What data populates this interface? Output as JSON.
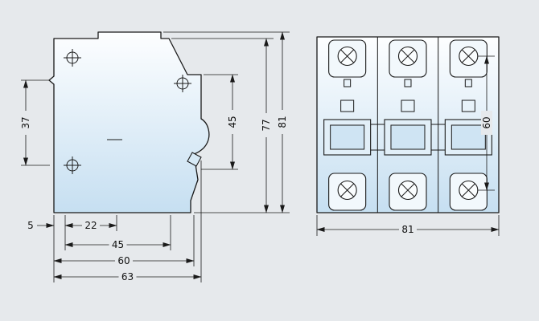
{
  "side_view": {
    "dims_vertical": {
      "clip": "37",
      "handle": "45",
      "body": "77",
      "overall": "81"
    },
    "dims_horizontal": {
      "step": "5",
      "clip_offset": "22",
      "mid": "45",
      "deep": "60",
      "overall": "63"
    }
  },
  "front_view": {
    "dims": {
      "screw_pitch": "60",
      "overall_width": "81"
    }
  },
  "colors": {
    "background": "#e6e9ec",
    "line": "#1a1a1a",
    "body_gradient_top": "#fdfeff",
    "body_gradient_bottom": "#c6dff1"
  }
}
